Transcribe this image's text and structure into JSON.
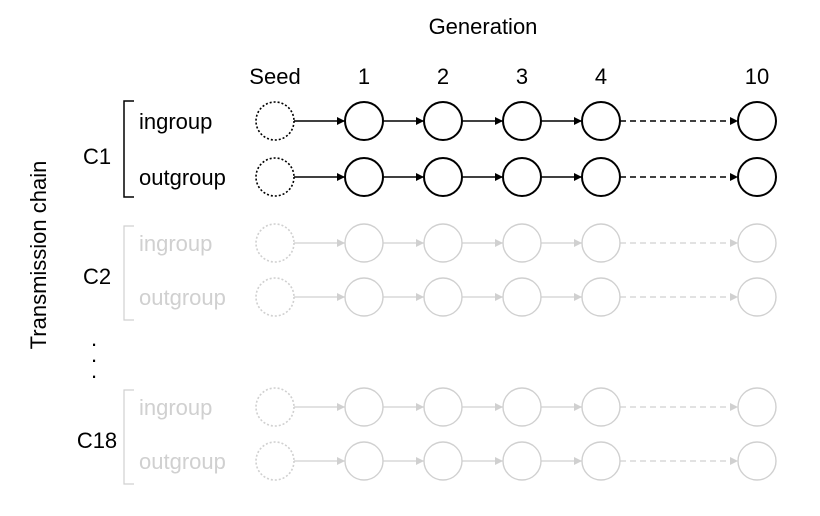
{
  "header": {
    "title": "Generation",
    "seed_label": "Seed",
    "generation_labels": [
      "1",
      "2",
      "3",
      "4",
      "10"
    ]
  },
  "axis_label": "Transmission chain",
  "ellipsis_dots": [
    ".",
    ".",
    "."
  ],
  "colors": {
    "active": "#000000",
    "faded": "#d0d0d0",
    "background": "#ffffff"
  },
  "chains": [
    {
      "label": "C1",
      "faded": false,
      "rows": [
        {
          "label": "ingroup"
        },
        {
          "label": "outgroup"
        }
      ]
    },
    {
      "label": "C2",
      "faded": true,
      "rows": [
        {
          "label": "ingroup"
        },
        {
          "label": "outgroup"
        }
      ]
    },
    {
      "label": "C18",
      "faded": true,
      "rows": [
        {
          "label": "ingroup"
        },
        {
          "label": "outgroup"
        }
      ]
    }
  ]
}
